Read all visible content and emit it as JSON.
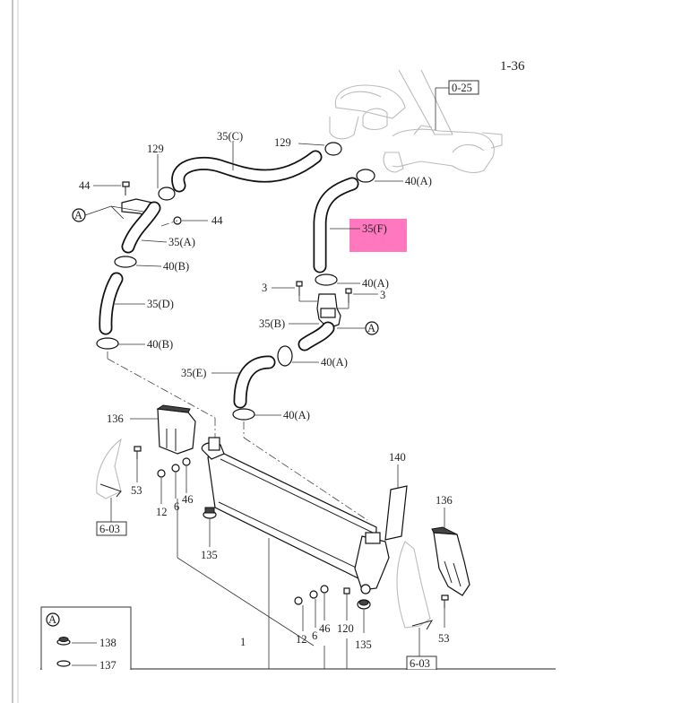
{
  "page_number": "1-36",
  "highlight": {
    "label": "35(F)",
    "color": "#ff5fb4"
  },
  "refs": {
    "r0_25": "0-25",
    "r6_03_left": "6-03",
    "r6_03_right": "6-03"
  },
  "labels": {
    "l35c": "35(C)",
    "l129a": "129",
    "l129b": "129",
    "l44a": "44",
    "l44b": "44",
    "l40a_top": "40(A)",
    "lA_left": "A",
    "l35a": "35(A)",
    "l40b_top": "40(B)",
    "l35d": "35(D)",
    "l40b_bot": "40(B)",
    "l3a": "3",
    "l3b": "3",
    "l40a_mid": "40(A)",
    "l35b": "35(B)",
    "lA_mid": "A",
    "l40a_low": "40(A)",
    "l35e": "35(E)",
    "l40a_bot": "40(A)",
    "l136a": "136",
    "l140": "140",
    "l136b": "136",
    "l53a": "53",
    "l12a": "12",
    "l6a": "6",
    "l46a": "46",
    "l135a": "135",
    "l1": "1",
    "l12b": "12",
    "l6b": "6",
    "l46b": "46",
    "l120": "120",
    "l135b": "135",
    "l53b": "53"
  },
  "legend": {
    "key": "A",
    "items": [
      {
        "number": "138"
      },
      {
        "number": "137"
      }
    ]
  }
}
